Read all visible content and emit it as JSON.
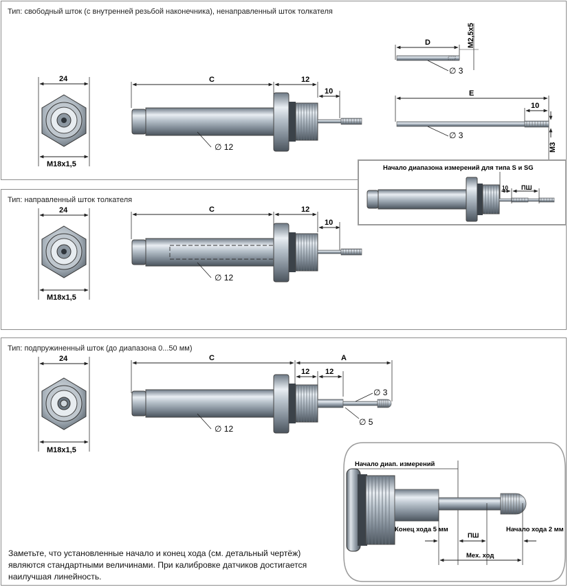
{
  "sections": [
    {
      "title": "Тип: свободный шток (с внутренней резьбой наконечника), ненаправленный шток толкателя",
      "hex_width": "24",
      "thread": "M18x1,5",
      "body_length": "C",
      "thread_length": "12",
      "tip_length": "10",
      "body_diameter": "∅ 12"
    },
    {
      "title": "Тип: направленный шток толкателя",
      "hex_width": "24",
      "thread": "M18x1,5",
      "body_length": "C",
      "thread_length": "12",
      "tip_length": "10",
      "body_diameter": "∅ 12"
    },
    {
      "title": "Тип: подпружиненный шток (до диапазона 0...50 мм)",
      "hex_width": "24",
      "thread": "M18x1,5",
      "body_length": "C",
      "thread_length": "12",
      "shaft_length": "12",
      "stroke_length": "A",
      "tip_diameter": "∅ 3",
      "shaft_diameter": "∅ 5",
      "body_diameter": "∅ 12"
    }
  ],
  "rod_d": {
    "length": "D",
    "thread": "M2,5x5",
    "diameter": "∅ 3"
  },
  "rod_e": {
    "length": "E",
    "tip_length": "10",
    "thread": "M3",
    "diameter": "∅ 3"
  },
  "detail_range": {
    "label": "Начало диапазона измерений для типа S и SG",
    "gap": "10",
    "range": "ПШ"
  },
  "detail_spring": {
    "label": "Начало диап. измерений",
    "start_label": "Конец хода 5 мм",
    "range": "ПШ",
    "end_label": "Начало хода 2 мм",
    "mech_stroke": "Мех. ход"
  },
  "note": "Заметьте, что установленные начало и конец хода (см. детальный чертёж) являются стандартными величинами. При калибровке датчиков достигается наилучшая линейность."
}
